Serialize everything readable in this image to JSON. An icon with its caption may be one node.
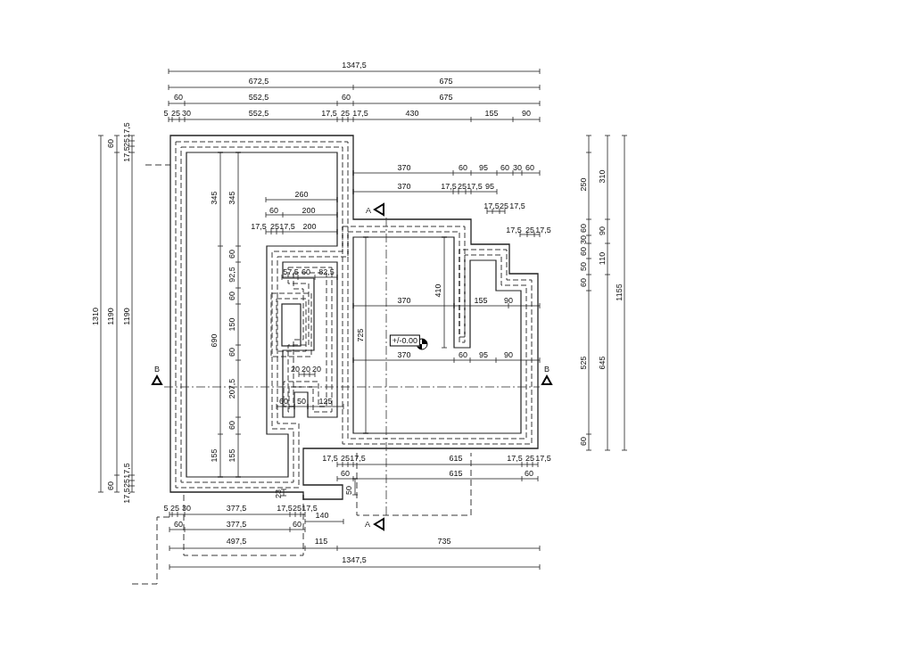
{
  "diagram": {
    "labels": [
      "1347,5",
      "672,5",
      "675",
      "60",
      "552,5",
      "60",
      "675",
      "5",
      "25",
      "30",
      "552,5",
      "17,5",
      "25",
      "17,5",
      "430",
      "155",
      "90",
      "60",
      "17,5",
      "25",
      "17,5",
      "370",
      "60",
      "95",
      "60",
      "30",
      "60",
      "250",
      "310",
      "370",
      "17,5",
      "25",
      "17,5",
      "95",
      "260",
      "345",
      "345",
      "17,5",
      "25",
      "17,5",
      "60",
      "200",
      "A",
      "17,5",
      "25",
      "17,5",
      "200",
      "17,5",
      "25",
      "17,5",
      "60",
      "90",
      "30",
      "60",
      "60",
      "110",
      "50",
      "57,5",
      "60",
      "82,5",
      "92,5",
      "60",
      "410",
      "1155",
      "60",
      "370",
      "155",
      "90",
      "150",
      "725",
      "+/-0.00",
      "690",
      "60",
      "370",
      "60",
      "95",
      "90",
      "525",
      "645",
      "B",
      "20",
      "20",
      "20",
      "B",
      "207,5",
      "60",
      "50",
      "125",
      "60",
      "60",
      "155",
      "155",
      "17,5",
      "25",
      "17,5",
      "615",
      "17,5",
      "25",
      "17,5",
      "60",
      "615",
      "60",
      "60",
      "17,5",
      "25",
      "17,5",
      "1310",
      "1190",
      "1190",
      "50",
      "23",
      "5",
      "25",
      "30",
      "377,5",
      "17,5",
      "25",
      "17,5",
      "140",
      "60",
      "377,5",
      "60",
      "A",
      "497,5",
      "115",
      "735",
      "1347,5"
    ]
  }
}
